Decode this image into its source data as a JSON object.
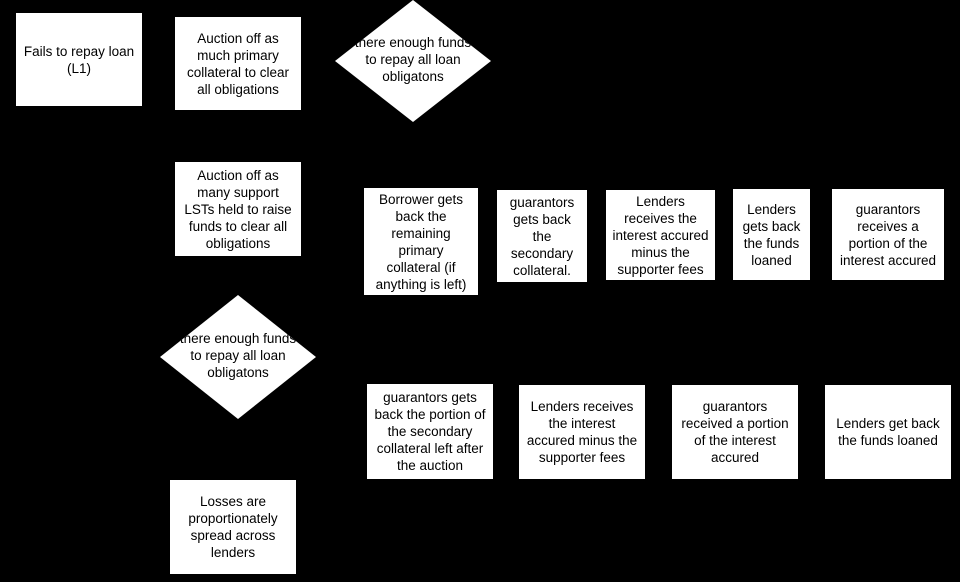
{
  "diagram": {
    "background": "#000000",
    "node_fill": "#ffffff",
    "nodes": {
      "fails_to_repay": "Fails to repay loan\n(L1)",
      "auction_primary": "Auction off as\nmuch primary\ncollateral to clear\nall obligations",
      "decision_1": "there enough funds\nto repay all loan\nobligatons",
      "auction_support": "Auction off  as\nmany support\nLSTs held to raise\nfunds to clear all\nobligations",
      "borrower_gets_back": "Borrower gets\nback the\nremaining\nprimary\ncollateral (if\nanything is left)",
      "guarantors_secondary": "guarantors\ngets back\nthe\nsecondary\ncollateral.",
      "lenders_interest_1": "Lenders\nreceives the\ninterest accured\nminus the\nsupporter fees",
      "lenders_funds_1": "Lenders\ngets back\nthe funds\nloaned",
      "guarantors_portion_1": "guarantors\nreceives a\nportion of the\ninterest accured",
      "decision_2": "there enough funds\nto repay all loan\nobligatons",
      "guarantors_portion_left": "guarantors gets\nback the portion of\nthe secondary\ncollateral left after\nthe auction",
      "lenders_interest_2": "Lenders receives\nthe interest\naccured minus the\nsupporter fees",
      "guarantors_portion_2": "guarantors\nreceived a portion\nof the interest\naccured",
      "lenders_funds_2": "Lenders get back\nthe funds loaned",
      "losses_spread": "Losses are\nproportionately\nspread across\nlenders"
    }
  }
}
